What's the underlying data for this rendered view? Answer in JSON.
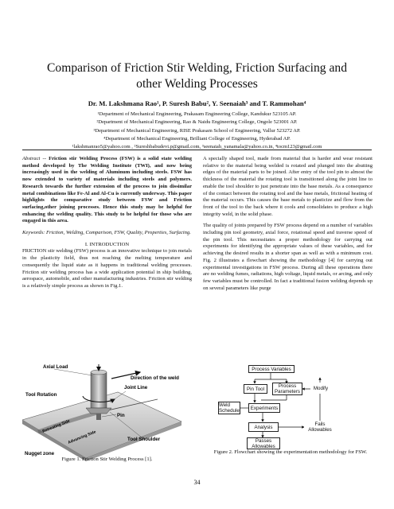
{
  "paper": {
    "title_line1": "Comparison of Friction Stir Welding, Friction  Surfacing and",
    "title_line2": "other Welding Processes",
    "authors": "Dr. M. Lakshmana Rao¹, P. Suresh Babu², Y. Seenaiah³ and T. Rammohan⁴",
    "affiliations": [
      "¹Department of Mechanical Engineering, Prakasam Engineering College,  Kandukur 523105 AP.",
      "²Department of Mechanical Engineering, Rao & Naidu Engineering College,  Ongole 523001 AP.",
      "³Department of Mechanical Engineering, RISE Prakasam School of  Engineering, Vallur 523272 AP.",
      "⁴Department of Mechanical Engineering, Brilliant College of Engineering, Hyderabad AP.",
      "¹lakshmanrao5@yahoo.com , ²Sureshbabudevi.p@gmail.com, ³seenaiah_yanamala@yahoo.co.in, ⁴tocm123@gmail.com"
    ]
  },
  "left_col": {
    "abstract_label": "Abstract --",
    "abstract_text": " Friction stir Welding Process (FSW) is a solid state welding method developed by The Welding Institute (TWI), and now being increasingly used in the welding of Aluminum including steels. FSW has now extended to variety of materials including steels and polymers. Research towards the further extension of the process to join dissimilar metal combinations like Fe-Al and Al-Cu is currently underway. This paper highlights the comparative study between FSW and Friction surfacing,other joining processes. Hence this study may be helpful for enhancing the welding quality. This study to be helpful for those who are engaged in this area.",
    "keywords": "Keywords: Friction, Welding, Comparison, FSW, Quality, Properties, Surfacing.",
    "section_heading": "I. INTRODUCTION",
    "intro_text": "FRICTION stir welding (FSW) process is an innovative technique to join metals in the plasticity field, thus not reaching the melting temperature and consequently the liquid state as it happens in traditional welding processes. Friction stir welding process has a wide application potential in ship building, aerospace, automobile, and other manufacturing industries. Friction stir welding is a relatively simple process as shown in Fig.1."
  },
  "right_col": {
    "para1": "A specially shaped tool, made from material that is harder and wear resistant relative to the material being welded is rotated and plunged into the abutting edges of the material parts to be joined. After entry of the tool pin to almost the thickness of the material the rotating tool is transitioned along the joint line to enable the tool shoulder to just penetrate into the base metals. As a consequence of the contact between the rotating tool and the base metals, frictional heating of the material occurs. This causes the base metals to plasticize and flow from the front of the tool to the back where it cools and consolidates to produce a high integrity weld, in the solid phase.",
    "para2": "The quality of joints prepared by FSW process depend on a number of variables including pin tool geometry, axial force, rotational speed and traverse speed of the pin tool. This necessitates a proper methodology for carrying out experiments for identifying the appropriate values of these variables, and for achieving the desired results in a shorter span as well as with a minimum cost. Fig. 2 illustrates a flowchart showing the methodology [4] for carrying out experimental investigations in FSW process. During all these operations there are no welding fumes, radiations, high voltage, liquid metals, or arcing, and only few variables must be controlled. In fact a traditional fusion welding depends up on several parameters like purge"
  },
  "figure1": {
    "labels": {
      "axial_load": "Axial Load",
      "direction": "Direction of the weld",
      "joint_line": "Joint Line",
      "tool_rotation": "Tool Rotation",
      "pin": "Pin",
      "retreating": "Retreating Side",
      "advancing": "Advancing Side",
      "tool_shoulder": "Tool Shoulder",
      "nugget": "Nugget zone"
    },
    "caption": "Figure 1. Friction Stir Welding Process [1]."
  },
  "figure2": {
    "boxes": {
      "process_variables": "Process Variables",
      "pin_tool": "Pin Tool",
      "process_parameters": "Process Parameters",
      "modify": "Modify",
      "weld_schedule": "Weld Schedule",
      "experiments": "Experiments",
      "analysis": "Analysis",
      "fails": "Fails Allowables",
      "passes": "Passes Allowables"
    },
    "caption": "Figure 2. Flowchart showing the  experimentation methodology for FSW."
  },
  "page_number": "34"
}
